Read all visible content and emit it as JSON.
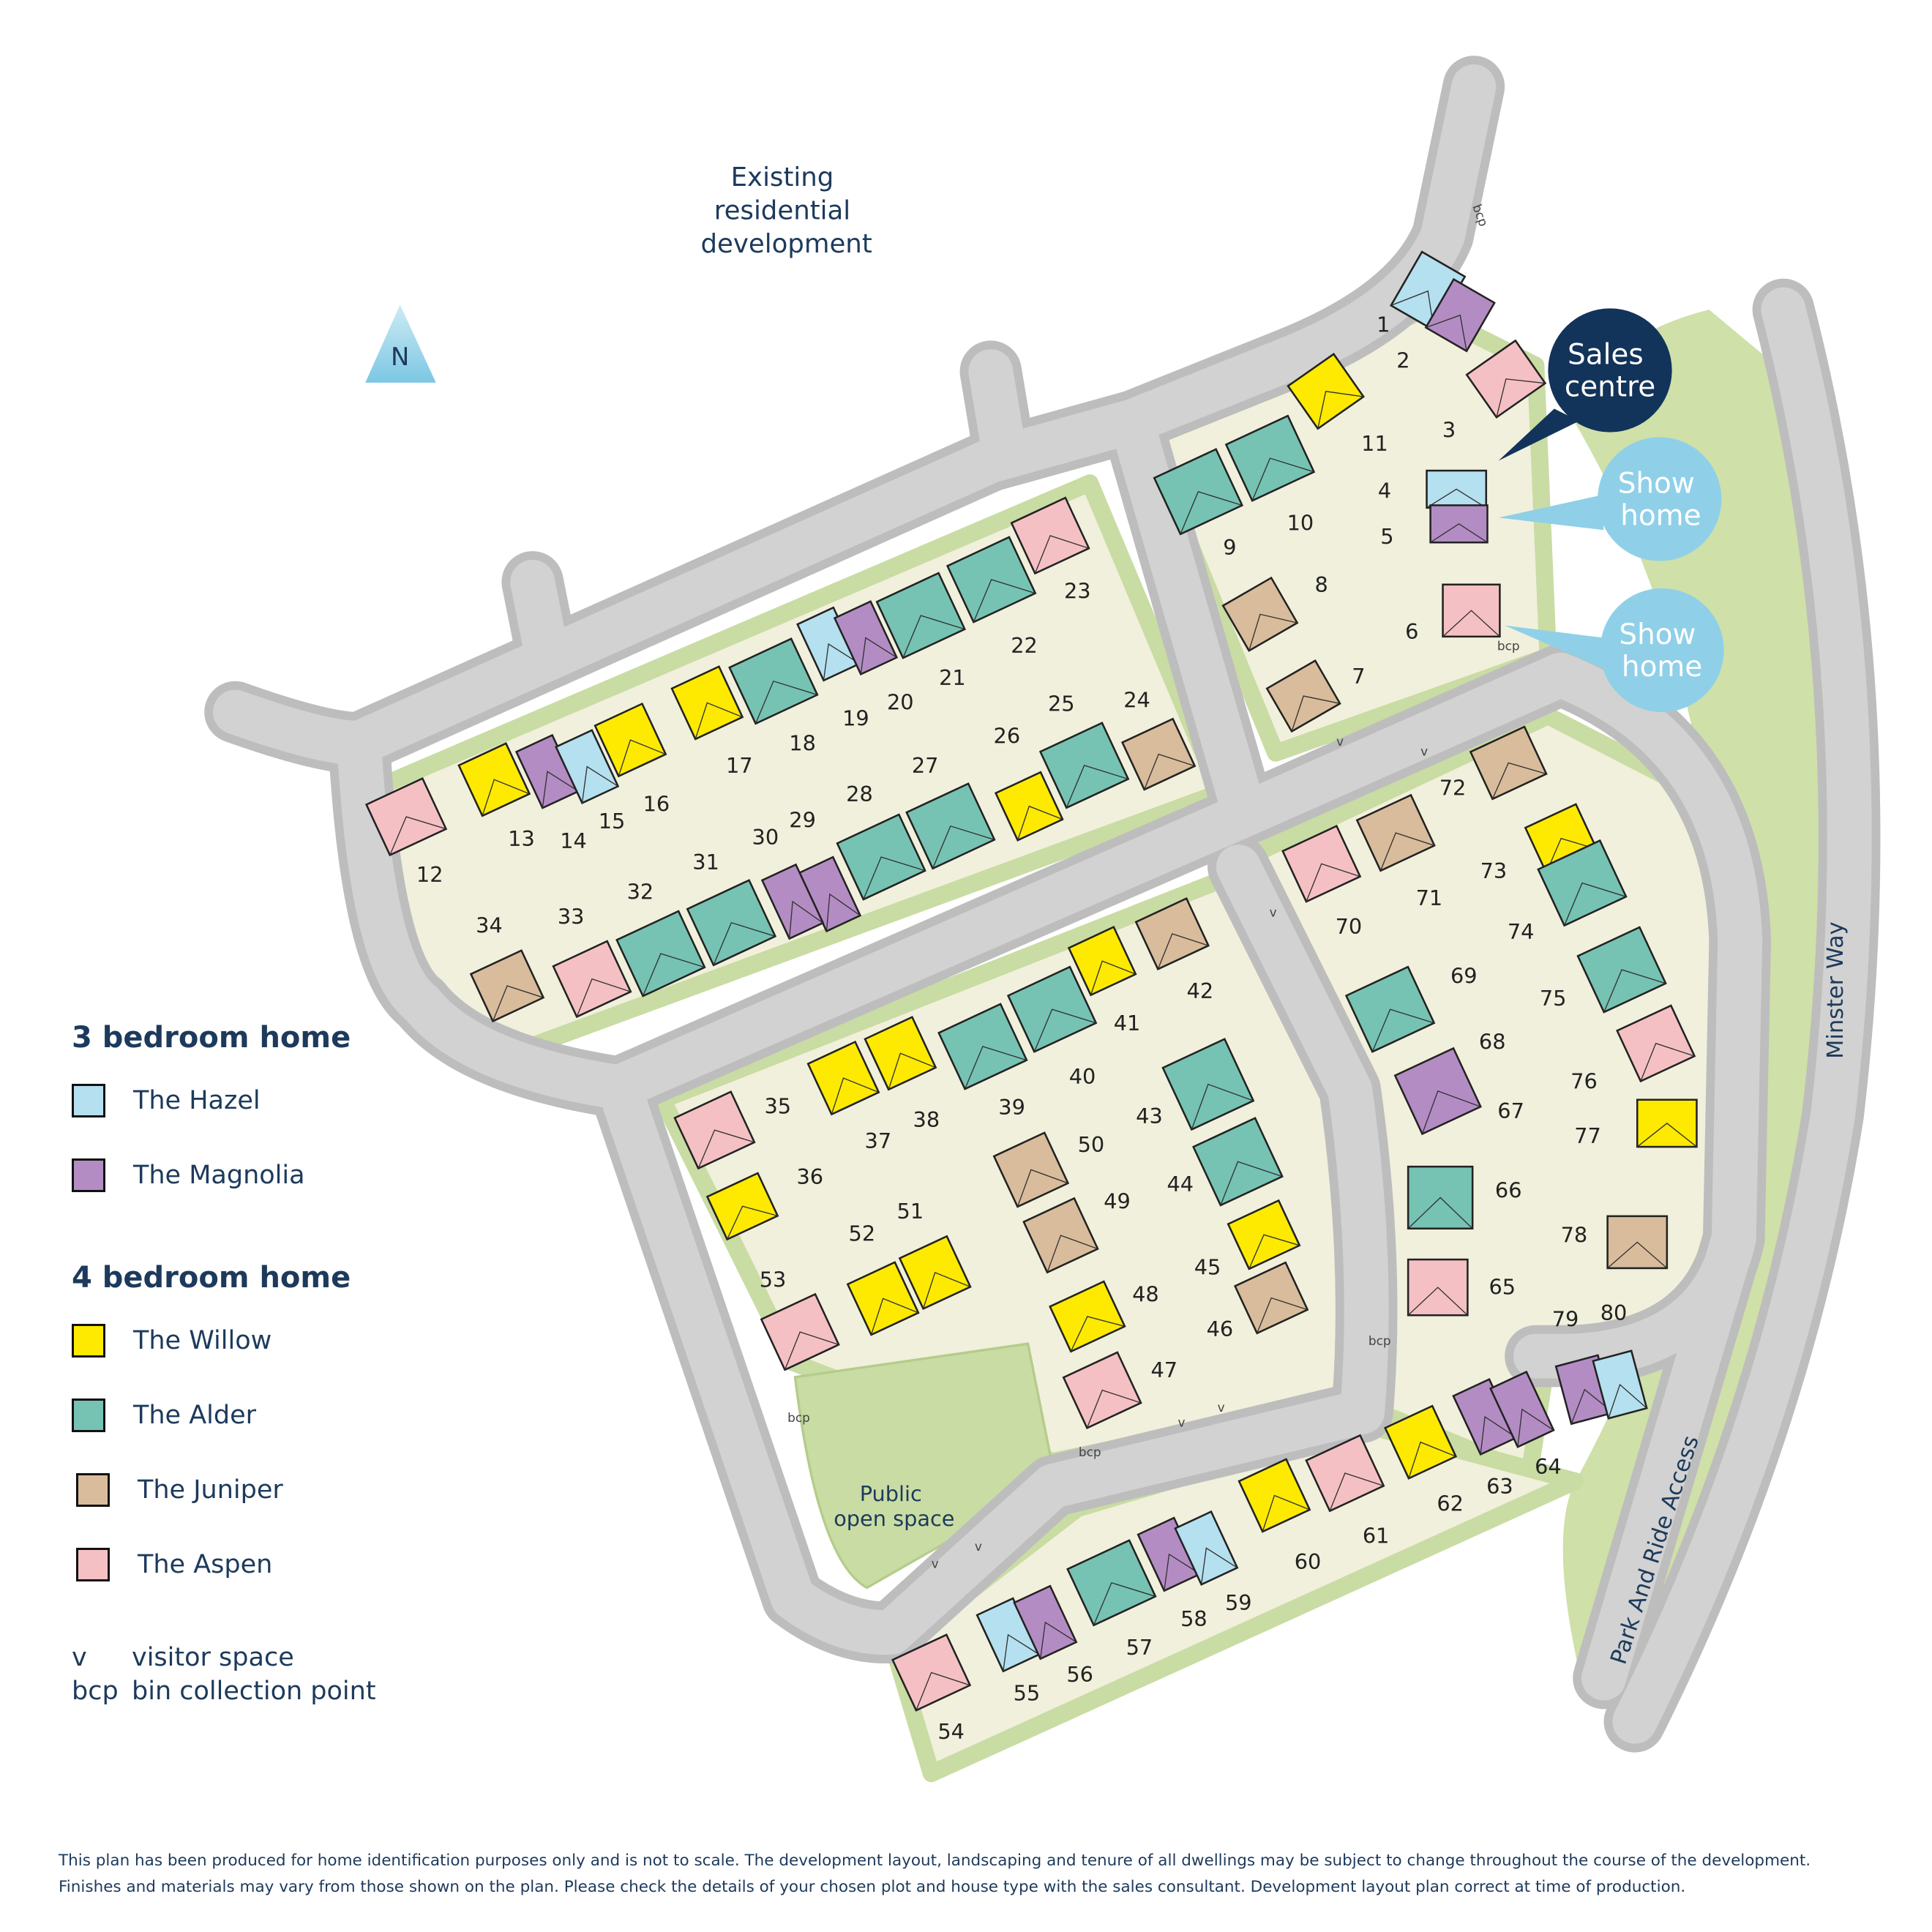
{
  "labels": {
    "existing": [
      "Existing",
      "residential",
      "development"
    ],
    "north": "N",
    "sales_centre": [
      "Sales",
      "centre"
    ],
    "show_home": [
      "Show",
      "home"
    ],
    "public_open_space": [
      "Public",
      "open space"
    ],
    "minster_way": "Minster Way",
    "park_and_ride": "Park And Ride Access",
    "bcp": "bcp",
    "v": "v"
  },
  "legend": {
    "three_bed_title": "3 bedroom home",
    "four_bed_title": "4 bedroom home",
    "types": {
      "hazel": {
        "name": "The Hazel",
        "color": "#b5e0ef"
      },
      "magnolia": {
        "name": "The Magnolia",
        "color": "#b48cc4"
      },
      "willow": {
        "name": "The Willow",
        "color": "#fdea00"
      },
      "alder": {
        "name": "The Alder",
        "color": "#76c3b3"
      },
      "juniper": {
        "name": "The Juniper",
        "color": "#d9bc9b"
      },
      "aspen": {
        "name": "The Aspen",
        "color": "#f5c0c4"
      }
    },
    "keys": [
      {
        "abbr": "v",
        "text": "visitor space"
      },
      {
        "abbr": "bcp",
        "text": "bin collection point"
      }
    ]
  },
  "plots": [
    {
      "plot": "1",
      "type": "hazel"
    },
    {
      "plot": "2",
      "type": "magnolia"
    },
    {
      "plot": "3",
      "type": "aspen"
    },
    {
      "plot": "4",
      "type": "hazel"
    },
    {
      "plot": "5",
      "type": "magnolia"
    },
    {
      "plot": "6",
      "type": "aspen"
    },
    {
      "plot": "7",
      "type": "juniper"
    },
    {
      "plot": "8",
      "type": "juniper"
    },
    {
      "plot": "9",
      "type": "alder"
    },
    {
      "plot": "10",
      "type": "alder"
    },
    {
      "plot": "11",
      "type": "willow"
    },
    {
      "plot": "12",
      "type": "aspen"
    },
    {
      "plot": "13",
      "type": "willow"
    },
    {
      "plot": "14",
      "type": "magnolia"
    },
    {
      "plot": "15",
      "type": "hazel"
    },
    {
      "plot": "16",
      "type": "willow"
    },
    {
      "plot": "17",
      "type": "willow"
    },
    {
      "plot": "18",
      "type": "alder"
    },
    {
      "plot": "19",
      "type": "hazel"
    },
    {
      "plot": "20",
      "type": "magnolia"
    },
    {
      "plot": "21",
      "type": "alder"
    },
    {
      "plot": "22",
      "type": "alder"
    },
    {
      "plot": "23",
      "type": "aspen"
    },
    {
      "plot": "24",
      "type": "juniper"
    },
    {
      "plot": "25",
      "type": "alder"
    },
    {
      "plot": "26",
      "type": "willow"
    },
    {
      "plot": "27",
      "type": "alder"
    },
    {
      "plot": "28",
      "type": "alder"
    },
    {
      "plot": "29",
      "type": "magnolia"
    },
    {
      "plot": "30",
      "type": "magnolia"
    },
    {
      "plot": "31",
      "type": "alder"
    },
    {
      "plot": "32",
      "type": "alder"
    },
    {
      "plot": "33",
      "type": "aspen"
    },
    {
      "plot": "34",
      "type": "juniper"
    },
    {
      "plot": "35",
      "type": "aspen"
    },
    {
      "plot": "36",
      "type": "willow"
    },
    {
      "plot": "37",
      "type": "willow"
    },
    {
      "plot": "38",
      "type": "willow"
    },
    {
      "plot": "39",
      "type": "alder"
    },
    {
      "plot": "40",
      "type": "alder"
    },
    {
      "plot": "41",
      "type": "willow"
    },
    {
      "plot": "42",
      "type": "juniper"
    },
    {
      "plot": "43",
      "type": "alder"
    },
    {
      "plot": "44",
      "type": "alder"
    },
    {
      "plot": "45",
      "type": "willow"
    },
    {
      "plot": "46",
      "type": "juniper"
    },
    {
      "plot": "47",
      "type": "aspen"
    },
    {
      "plot": "48",
      "type": "willow"
    },
    {
      "plot": "49",
      "type": "juniper"
    },
    {
      "plot": "50",
      "type": "juniper"
    },
    {
      "plot": "51",
      "type": "willow"
    },
    {
      "plot": "52",
      "type": "willow"
    },
    {
      "plot": "53",
      "type": "aspen"
    },
    {
      "plot": "54",
      "type": "aspen"
    },
    {
      "plot": "55",
      "type": "hazel"
    },
    {
      "plot": "56",
      "type": "magnolia"
    },
    {
      "plot": "57",
      "type": "alder"
    },
    {
      "plot": "58",
      "type": "magnolia"
    },
    {
      "plot": "59",
      "type": "hazel"
    },
    {
      "plot": "60",
      "type": "willow"
    },
    {
      "plot": "61",
      "type": "aspen"
    },
    {
      "plot": "62",
      "type": "willow"
    },
    {
      "plot": "63",
      "type": "magnolia"
    },
    {
      "plot": "64",
      "type": "magnolia"
    },
    {
      "plot": "65",
      "type": "aspen"
    },
    {
      "plot": "66",
      "type": "alder"
    },
    {
      "plot": "67",
      "type": "magnolia"
    },
    {
      "plot": "68",
      "type": "alder"
    },
    {
      "plot": "69",
      "type": null
    },
    {
      "plot": "70",
      "type": "aspen"
    },
    {
      "plot": "71",
      "type": "juniper"
    },
    {
      "plot": "72",
      "type": "juniper"
    },
    {
      "plot": "73",
      "type": "willow"
    },
    {
      "plot": "74",
      "type": "alder"
    },
    {
      "plot": "75",
      "type": "alder"
    },
    {
      "plot": "76",
      "type": "aspen"
    },
    {
      "plot": "77",
      "type": "willow"
    },
    {
      "plot": "78",
      "type": "juniper"
    },
    {
      "plot": "79",
      "type": "magnolia"
    },
    {
      "plot": "80",
      "type": "hazel"
    }
  ],
  "footer": [
    "This plan has been produced for home identification purposes only and is not to scale. The development layout, landscaping and tenure of all dwellings may be subject to change throughout the course of the development.",
    "Finishes and materials may vary from those shown on the plan. Please check the details of your chosen plot and house type with the sales consultant. Development layout plan correct at time of production."
  ]
}
